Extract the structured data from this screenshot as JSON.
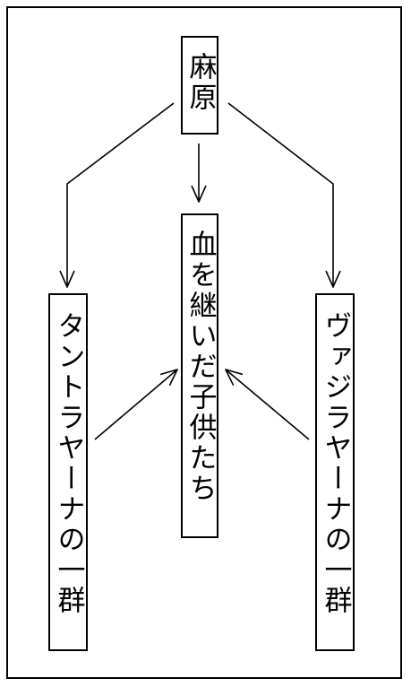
{
  "diagram": {
    "nodes": {
      "top": "麻原",
      "center": "血を継いだ子供たち",
      "left": "タントラヤーナの一群",
      "right": "ヴァジラヤーナの一群"
    },
    "edges": [
      {
        "from": "top",
        "to": "left"
      },
      {
        "from": "top",
        "to": "center"
      },
      {
        "from": "top",
        "to": "right"
      },
      {
        "from": "left",
        "to": "center"
      },
      {
        "from": "right",
        "to": "center"
      }
    ]
  }
}
